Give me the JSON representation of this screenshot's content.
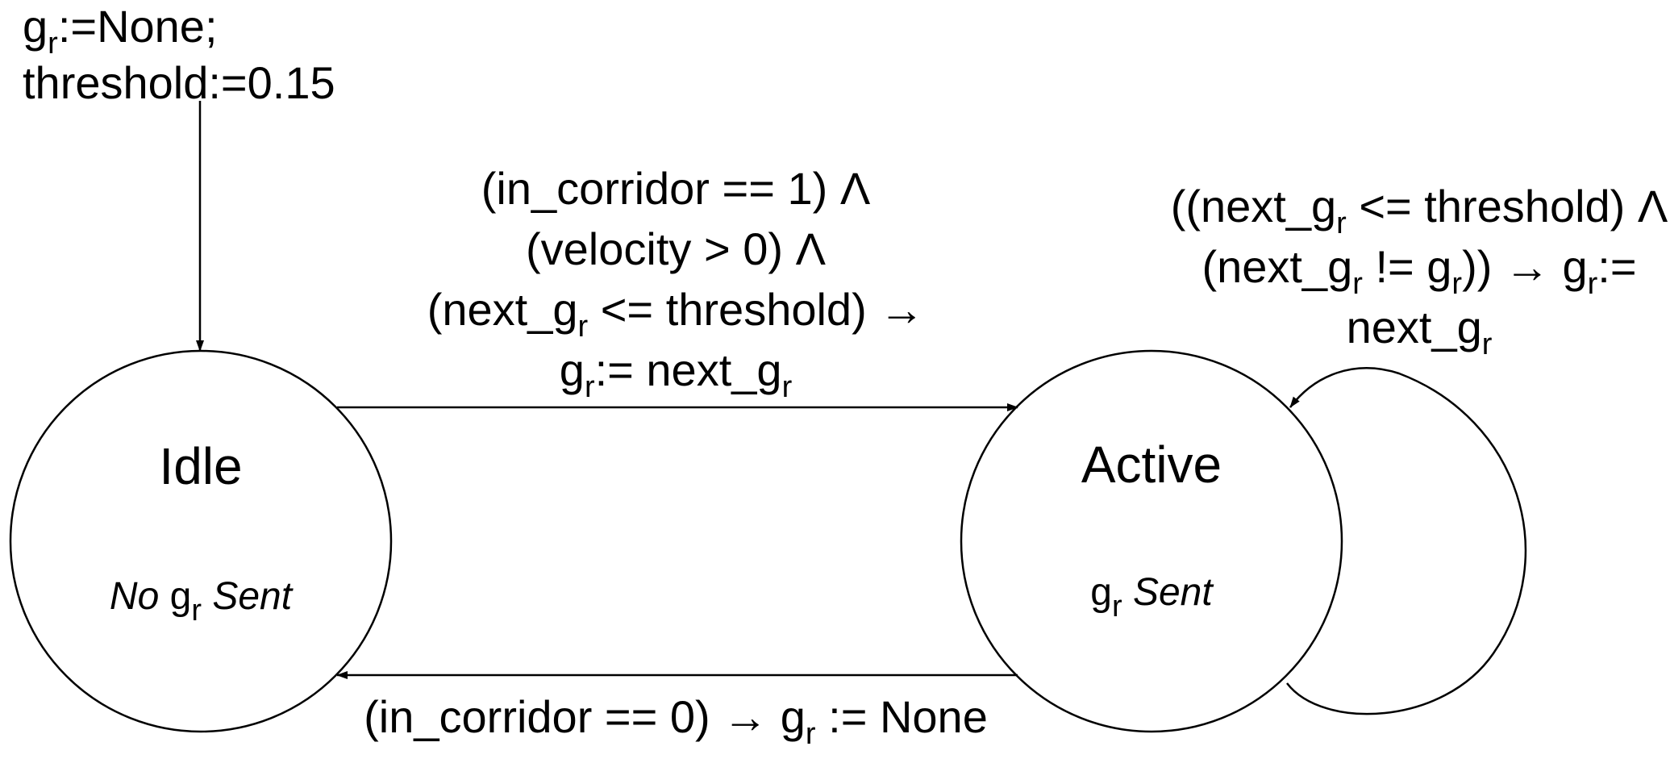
{
  "init": {
    "line1_pre": "g",
    "line1_sub": "r",
    "line1_post": ":=None;",
    "line2": "threshold:=0.15"
  },
  "states": {
    "idle": {
      "title": "Idle",
      "status_pre": "No",
      "status_g": "g",
      "status_sub": "r",
      "status_post": "Sent"
    },
    "active": {
      "title": "Active",
      "status_g": "g",
      "status_sub": "r",
      "status_post": "Sent"
    }
  },
  "transitions": {
    "idle_to_active": {
      "line1": "(in_corridor == 1) Λ",
      "line2": "(velocity > 0) Λ",
      "line3_pre": "(next_g",
      "line3_sub": "r",
      "line3_post": " <= threshold) →",
      "line4_pre": "g",
      "line4_sub1": "r",
      "line4_mid": ":= next_g",
      "line4_sub2": "r"
    },
    "active_self": {
      "line1_pre": "((next_g",
      "line1_sub": "r",
      "line1_post": " <= threshold) Λ",
      "line2_pre": "(next_g",
      "line2_sub1": "r",
      "line2_mid": " != g",
      "line2_sub2": "r",
      "line2_mid2": ")) → g",
      "line2_sub3": "r",
      "line2_post": ":=",
      "line3_pre": "next_g",
      "line3_sub": "r"
    },
    "active_to_idle": {
      "pre": "(in_corridor == 0) → g",
      "sub": "r",
      "post": " := None"
    }
  }
}
